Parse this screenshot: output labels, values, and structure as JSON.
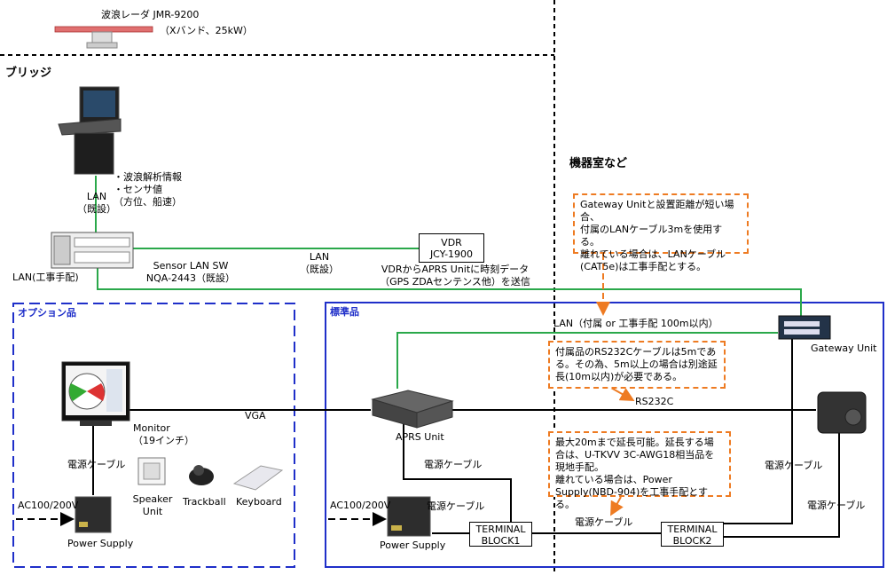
{
  "top": {
    "radar_name": "波浪レーダ JMR-9200",
    "radar_spec": "（Xバンド、25kW）"
  },
  "zones": {
    "bridge": "ブリッジ",
    "machine_room": "機器室など",
    "option": "オプション品",
    "standard": "標準品"
  },
  "bridge": {
    "console_info": "・波浪解析情報\n・センサ値\n（方位、船速）",
    "lan_existing": "LAN\n（既設）",
    "switch_name": "Sensor LAN SW\nNQA-2443（既設）",
    "lan_work": "LAN(工事手配)",
    "lan_vdr": "LAN\n（既設）",
    "vdr": "VDR\nJCY-1900",
    "vdr_note": "VDRからAPRS Unitに時刻データ\n（GPS ZDAセンテンス他）を送信"
  },
  "notes": {
    "gateway": "Gateway Unitと設置距離が短い場合、\n付属のLANケーブル3mを使用する。\n離れている場合は、LANケーブル\n(CAT5e)は工事手配とする。",
    "rs232": "付属品のRS232Cケーブルは5mであ\nる。その為、5m以上の場合は別途延\n長(10m以内)が必要である。",
    "power": "最大20mまで延長可能。延長する場\n合は、U-TKVV 3C-AWG18相当品を\n現地手配。\n離れている場合は、Power\nSupply(NBD-904)を工事手配とする。"
  },
  "standard": {
    "lan_label": "LAN（付属 or 工事手配 100m以内）",
    "gateway": "Gateway Unit",
    "rs232c": "RS232C",
    "aprs": "APRS Unit",
    "power_cable_aprs": "電源ケーブル",
    "power_cable_ps": "電源ケーブル",
    "power_cable_tb": "電源ケーブル",
    "power_cable_gw": "電源ケーブル",
    "power_cable_sensor": "電源ケーブル",
    "tb1": "TERMINAL\nBLOCK1",
    "tb2": "TERMINAL\nBLOCK2",
    "ac": "AC100/200V",
    "power_supply": "Power Supply"
  },
  "option": {
    "monitor": "Monitor\n（19インチ）",
    "vga": "VGA",
    "power_cable": "電源ケーブル",
    "ac": "AC100/200V",
    "power_supply": "Power Supply",
    "speaker": "Speaker\nUnit",
    "trackball": "Trackball",
    "keyboard": "Keyboard"
  },
  "colors": {
    "lan": "#2aa84a",
    "zone": "#1f2fc9",
    "note": "#ee7b22"
  }
}
